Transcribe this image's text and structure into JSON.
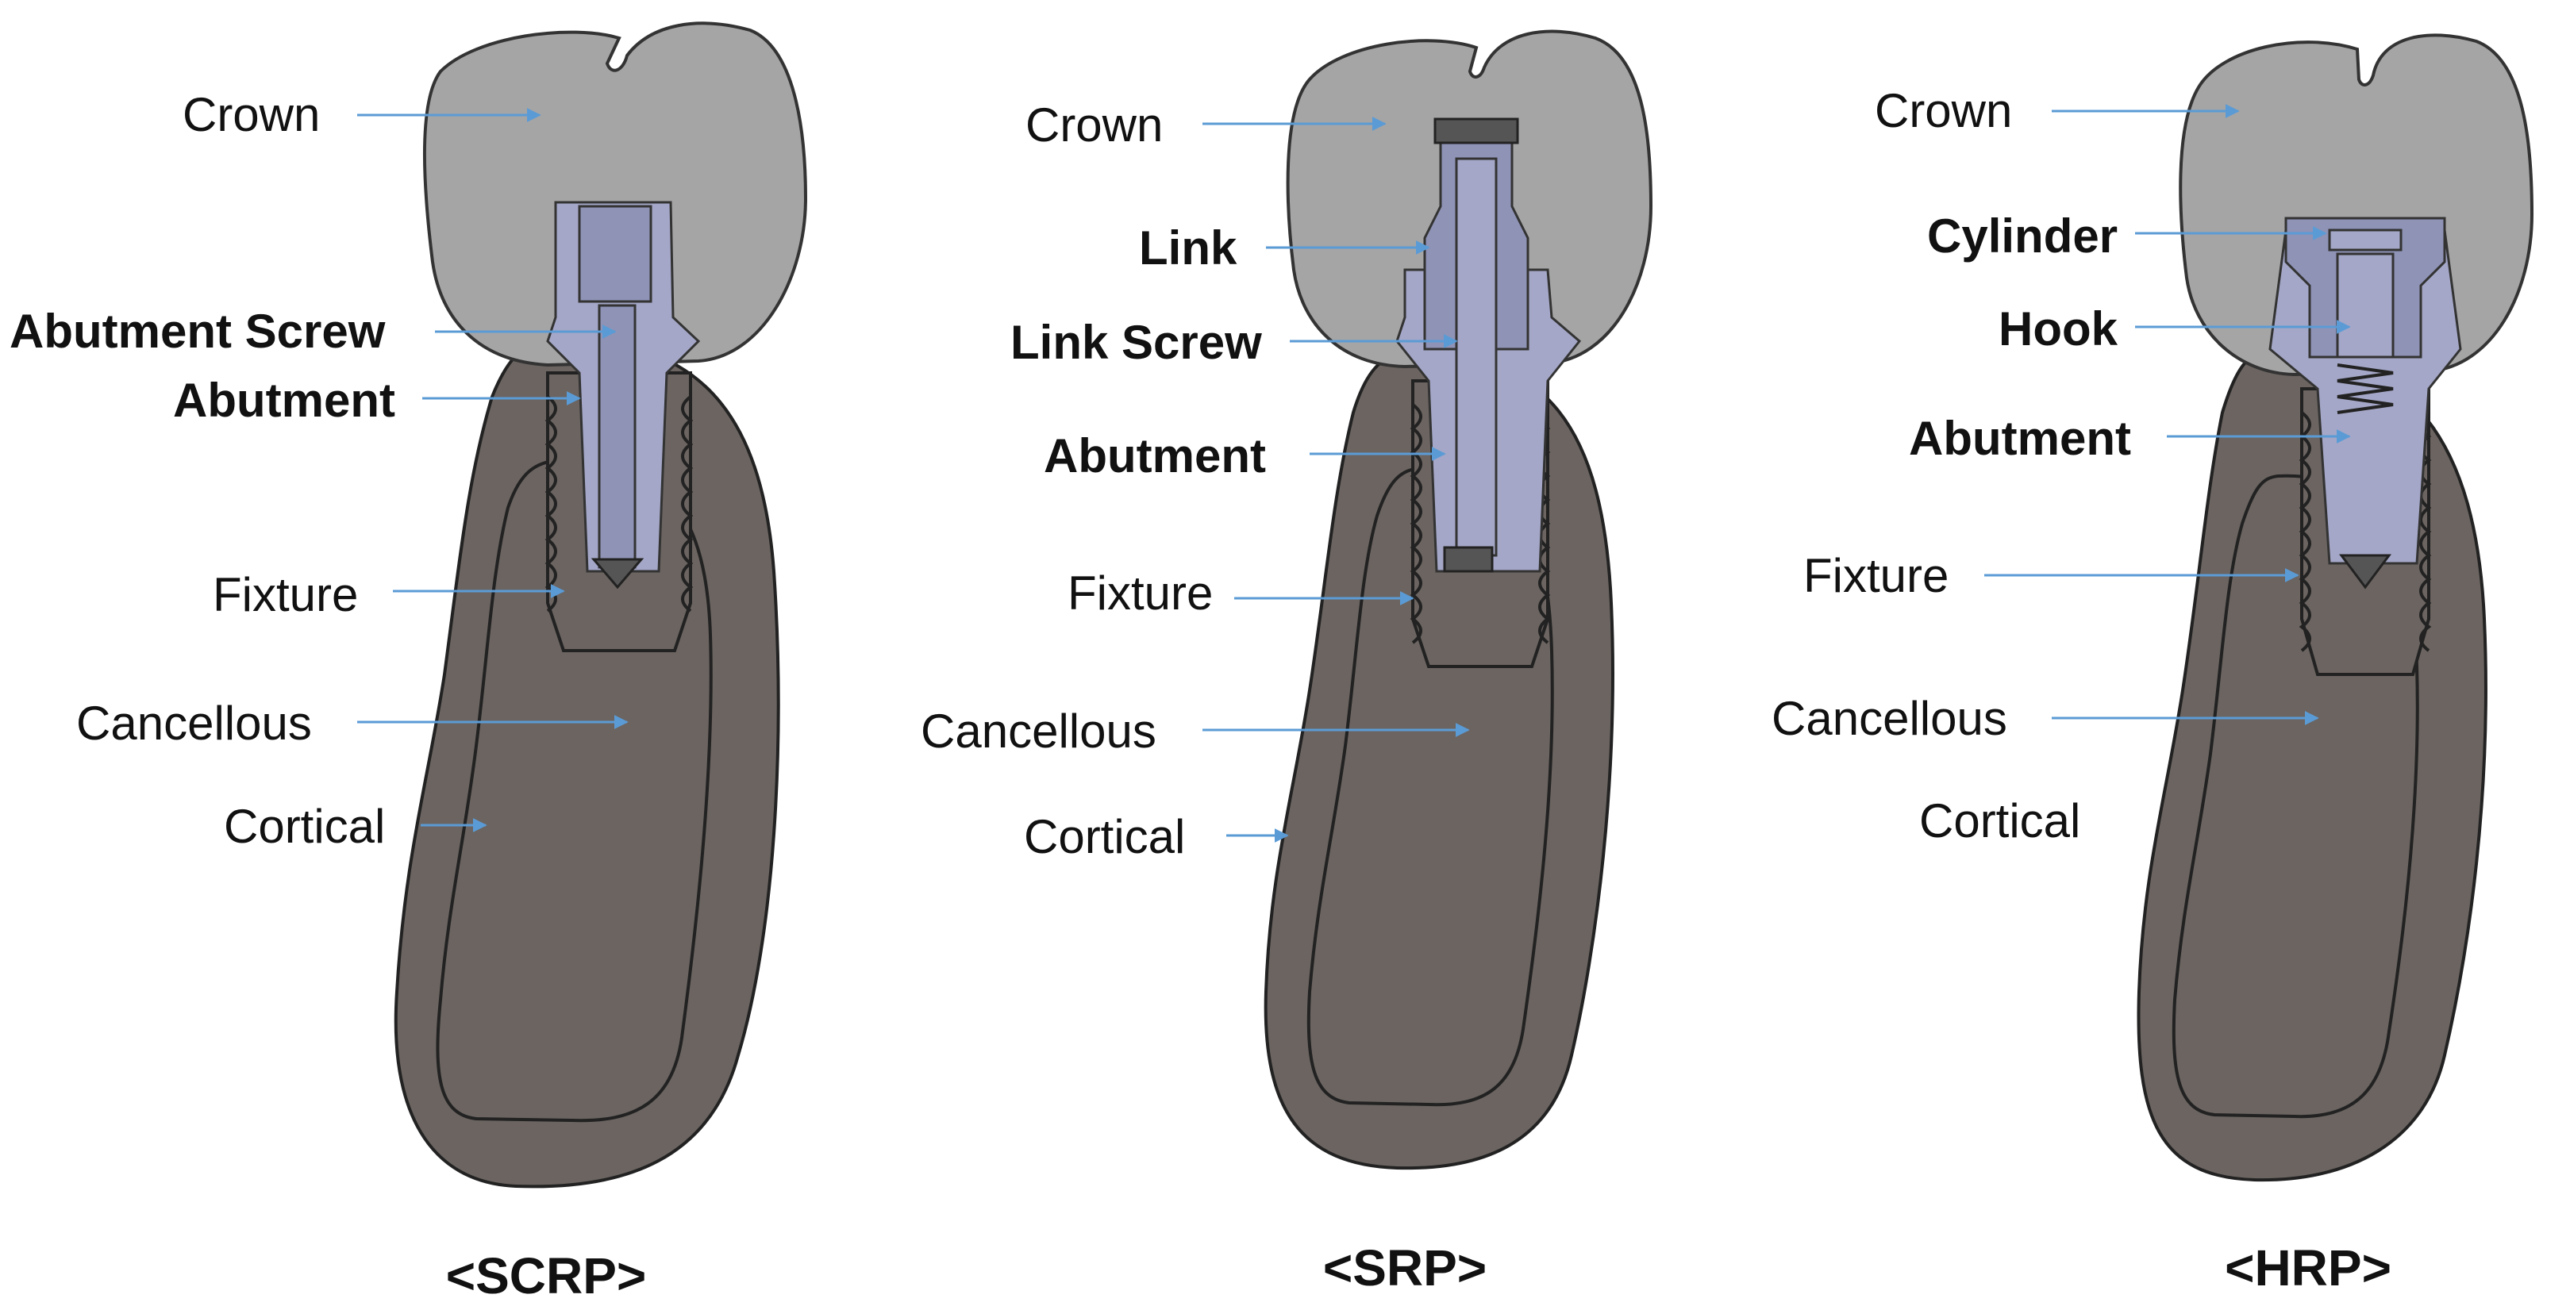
{
  "colors": {
    "crown": "#a5a5a5",
    "bone": "#6b6461",
    "metal": "#a4a7c7",
    "arrow": "#5b9bd5"
  },
  "panels": [
    {
      "caption": "<SCRP>",
      "labels": {
        "crown": "Crown",
        "abutment_screw": "Abutment Screw",
        "abutment": "Abutment",
        "fixture": "Fixture",
        "cancellous": "Cancellous",
        "cortical": "Cortical"
      }
    },
    {
      "caption": "<SRP>",
      "labels": {
        "crown": "Crown",
        "link": "Link",
        "link_screw": "Link Screw",
        "abutment": "Abutment",
        "fixture": "Fixture",
        "cancellous": "Cancellous",
        "cortical": "Cortical"
      }
    },
    {
      "caption": "<HRP>",
      "labels": {
        "crown": "Crown",
        "cylinder": "Cylinder",
        "hook": "Hook",
        "abutment": "Abutment",
        "fixture": "Fixture",
        "cancellous": "Cancellous",
        "cortical": "Cortical"
      }
    }
  ]
}
